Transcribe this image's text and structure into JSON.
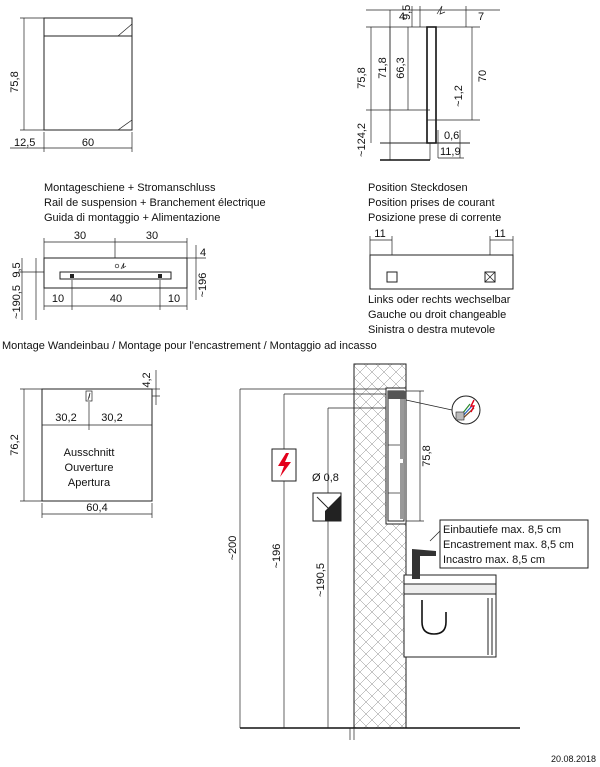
{
  "top_left": {
    "dim_height": "75,8",
    "dim_left": "12,5",
    "dim_width": "60"
  },
  "top_right": {
    "dim_4": "4",
    "dim_9_5": "9,5",
    "dim_7": "7",
    "dim_75_8": "75,8",
    "dim_71_8": "71,8",
    "dim_66_3": "66,3",
    "dim_1_2": "~1,2",
    "dim_70": "70",
    "dim_124_2": "~124,2",
    "dim_0_6": "0,6",
    "dim_11_9": "11,9"
  },
  "rail": {
    "caption_de": "Montageschiene + Stromanschluss",
    "caption_fr": "Rail de suspension + Branchement électrique",
    "caption_it": "Guida di montaggio + Alimentazione",
    "dim_30a": "30",
    "dim_30b": "30",
    "dim_4": "4",
    "dim_9_5": "9,5",
    "dim_190_5": "~190,5",
    "dim_196": "~196",
    "dim_10a": "10",
    "dim_40": "40",
    "dim_10b": "10"
  },
  "sockets": {
    "caption_de": "Position Steckdosen",
    "caption_fr": "Position prises de courant",
    "caption_it": "Posizione prese di corrente",
    "dim_11a": "11",
    "dim_11b": "11",
    "note_de": "Links oder rechts wechselbar",
    "note_fr": "Gauche ou droit changeable",
    "note_it": "Sinistra o destra mutevole"
  },
  "section_title": "Montage Wandeinbau / Montage pour l'encastrement / Montaggio ad incasso",
  "cutout": {
    "dim_4_2": "4,2",
    "dim_76_2": "76,2",
    "dim_30_2a": "30,2",
    "dim_30_2b": "30,2",
    "label_de": "Ausschnitt",
    "label_fr": "Ouverture",
    "label_it": "Apertura",
    "dim_60_4": "60,4"
  },
  "elevation": {
    "dim_200": "~200",
    "dim_196": "~196",
    "dim_190_5": "~190,5",
    "dim_0_8": "Ø 0,8",
    "dim_75_8": "75,8",
    "depth_de": "Einbautiefe max. 8,5 cm",
    "depth_fr": "Encastrement max. 8,5 cm",
    "depth_it": "Incastro max. 8,5 cm"
  },
  "date": "20.08.2018",
  "colors": {
    "warning_red": "#e3001b",
    "line": "#222222"
  }
}
